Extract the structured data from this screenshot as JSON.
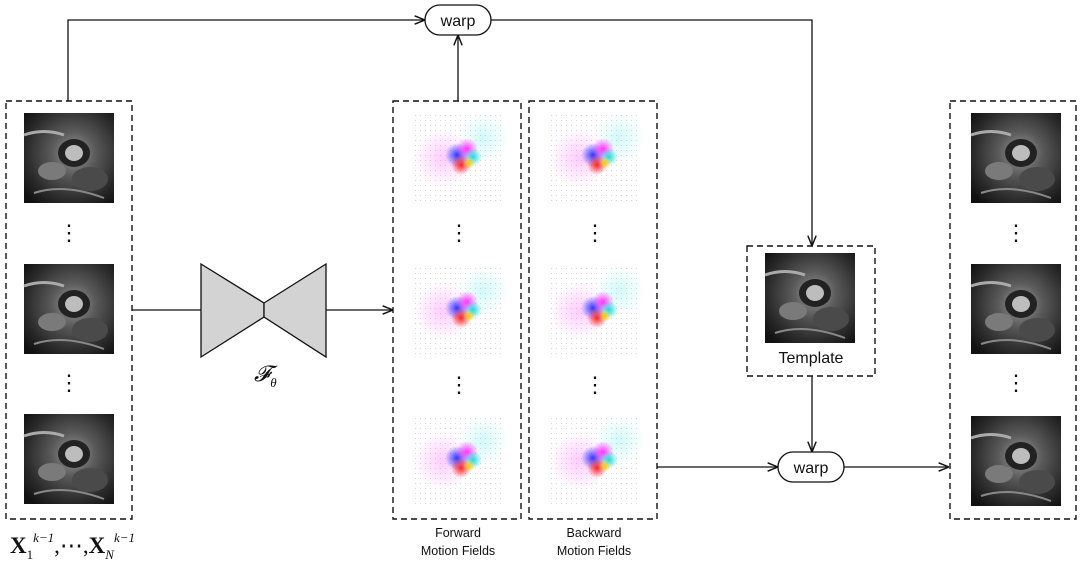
{
  "nodes": {
    "warp_top": "warp",
    "warp_bottom": "warp",
    "template": "Template",
    "network_symbol": "𝓕",
    "network_subscript": "θ",
    "forward_fields": [
      "Forward",
      "Motion Fields"
    ],
    "backward_fields": [
      "Backward",
      "Motion Fields"
    ]
  },
  "input_label": {
    "x": "X",
    "sub_first": "1",
    "sup": "k−1",
    "dots": ",⋯,",
    "sub_last": "N"
  },
  "ellipsis": "⋮",
  "colors": {
    "line": "#111111",
    "network": "#d3d3d3"
  }
}
